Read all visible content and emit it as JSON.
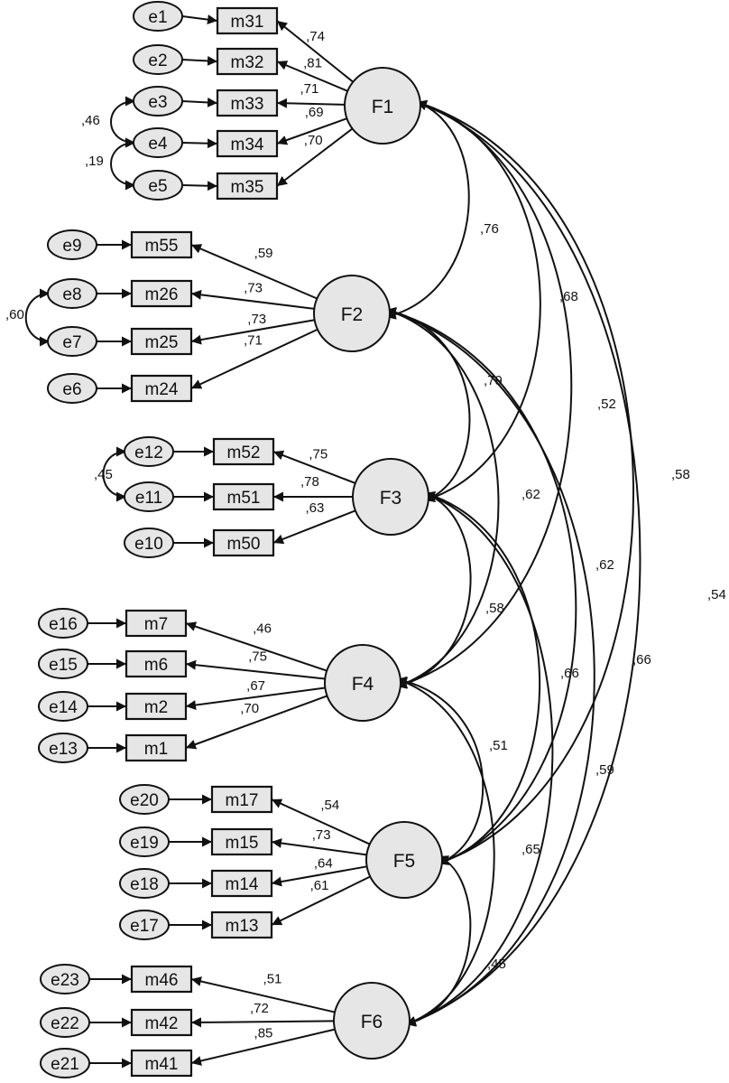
{
  "factors": [
    {
      "id": "F1",
      "label": "F1"
    },
    {
      "id": "F2",
      "label": "F2"
    },
    {
      "id": "F3",
      "label": "F3"
    },
    {
      "id": "F4",
      "label": "F4"
    },
    {
      "id": "F5",
      "label": "F5"
    },
    {
      "id": "F6",
      "label": "F6"
    }
  ],
  "indicators": [
    {
      "id": "m31",
      "label": "m31",
      "error": "e1",
      "factor": "F1",
      "loading": ",74"
    },
    {
      "id": "m32",
      "label": "m32",
      "error": "e2",
      "factor": "F1",
      "loading": ",81"
    },
    {
      "id": "m33",
      "label": "m33",
      "error": "e3",
      "factor": "F1",
      "loading": ",71"
    },
    {
      "id": "m34",
      "label": "m34",
      "error": "e4",
      "factor": "F1",
      "loading": ",69"
    },
    {
      "id": "m35",
      "label": "m35",
      "error": "e5",
      "factor": "F1",
      "loading": ",70"
    },
    {
      "id": "m55",
      "label": "m55",
      "error": "e9",
      "factor": "F2",
      "loading": ",59"
    },
    {
      "id": "m26",
      "label": "m26",
      "error": "e8",
      "factor": "F2",
      "loading": ",73"
    },
    {
      "id": "m25",
      "label": "m25",
      "error": "e7",
      "factor": "F2",
      "loading": ",73"
    },
    {
      "id": "m24",
      "label": "m24",
      "error": "e6",
      "factor": "F2",
      "loading": ",71"
    },
    {
      "id": "m52",
      "label": "m52",
      "error": "e12",
      "factor": "F3",
      "loading": ",75"
    },
    {
      "id": "m51",
      "label": "m51",
      "error": "e11",
      "factor": "F3",
      "loading": ",78"
    },
    {
      "id": "m50",
      "label": "m50",
      "error": "e10",
      "factor": "F3",
      "loading": ",63"
    },
    {
      "id": "m7",
      "label": "m7",
      "error": "e16",
      "factor": "F4",
      "loading": ",46"
    },
    {
      "id": "m6",
      "label": "m6",
      "error": "e15",
      "factor": "F4",
      "loading": ",75"
    },
    {
      "id": "m2",
      "label": "m2",
      "error": "e14",
      "factor": "F4",
      "loading": ",67"
    },
    {
      "id": "m1",
      "label": "m1",
      "error": "e13",
      "factor": "F4",
      "loading": ",70"
    },
    {
      "id": "m17",
      "label": "m17",
      "error": "e20",
      "factor": "F5",
      "loading": ",54"
    },
    {
      "id": "m15",
      "label": "m15",
      "error": "e19",
      "factor": "F5",
      "loading": ",73"
    },
    {
      "id": "m14",
      "label": "m14",
      "error": "e18",
      "factor": "F5",
      "loading": ",64"
    },
    {
      "id": "m13",
      "label": "m13",
      "error": "e17",
      "factor": "F5",
      "loading": ",61"
    },
    {
      "id": "m46",
      "label": "m46",
      "error": "e23",
      "factor": "F6",
      "loading": ",51"
    },
    {
      "id": "m42",
      "label": "m42",
      "error": "e22",
      "factor": "F6",
      "loading": ",72"
    },
    {
      "id": "m41",
      "label": "m41",
      "error": "e21",
      "factor": "F6",
      "loading": ",85"
    }
  ],
  "error_covariances": [
    {
      "from": "e3",
      "to": "e4",
      "value": ",46"
    },
    {
      "from": "e4",
      "to": "e5",
      "value": ",19"
    },
    {
      "from": "e8",
      "to": "e7",
      "value": ",60"
    },
    {
      "from": "e12",
      "to": "e11",
      "value": ",45"
    }
  ],
  "factor_correlations": [
    {
      "from": "F1",
      "to": "F2",
      "value": ",76"
    },
    {
      "from": "F1",
      "to": "F3",
      "value": ",68"
    },
    {
      "from": "F1",
      "to": "F4",
      "value": ",52"
    },
    {
      "from": "F1",
      "to": "F5",
      "value": ",58"
    },
    {
      "from": "F1",
      "to": "F6",
      "value": ",54"
    },
    {
      "from": "F2",
      "to": "F3",
      "value": ",79"
    },
    {
      "from": "F2",
      "to": "F4",
      "value": ",62"
    },
    {
      "from": "F2",
      "to": "F5",
      "value": ",62"
    },
    {
      "from": "F2",
      "to": "F6",
      "value": ",66"
    },
    {
      "from": "F3",
      "to": "F4",
      "value": ",58"
    },
    {
      "from": "F3",
      "to": "F5",
      "value": ",66"
    },
    {
      "from": "F3",
      "to": "F6",
      "value": ",59"
    },
    {
      "from": "F4",
      "to": "F5",
      "value": ",51"
    },
    {
      "from": "F4",
      "to": "F6",
      "value": ",65"
    },
    {
      "from": "F5",
      "to": "F6",
      "value": ",45"
    }
  ],
  "colors": {
    "fill": "#e6e6e6",
    "stroke": "#111111"
  }
}
